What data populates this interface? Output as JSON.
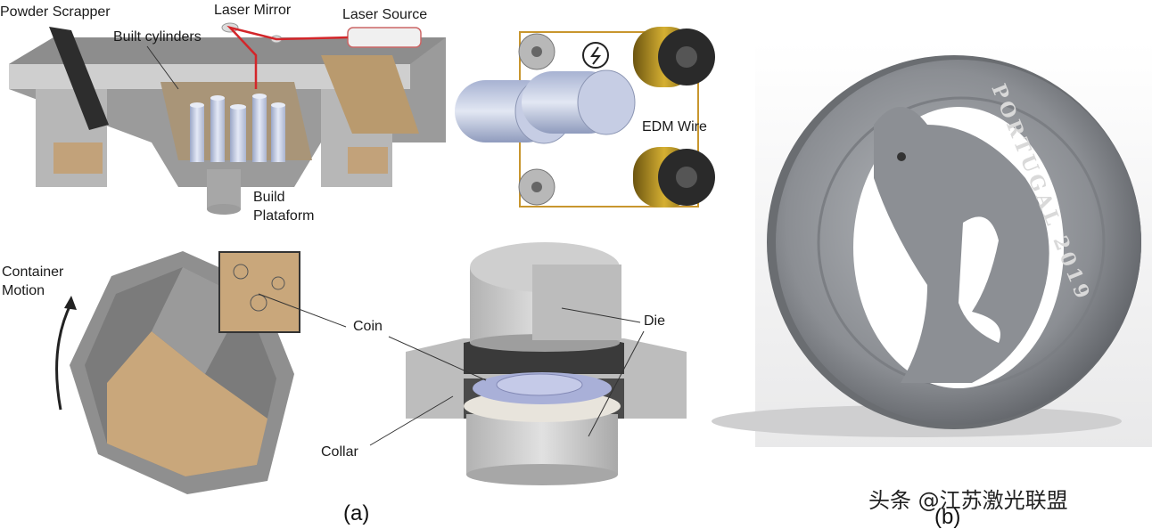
{
  "panel_a": {
    "caption": "(a)",
    "slm": {
      "powder_scrapper": "Powder Scrapper",
      "laser_mirror": "Laser Mirror",
      "laser_source": "Laser Source",
      "built_cylinders": "Built cylinders",
      "build_line1": "Build",
      "build_line2": "Plataform"
    },
    "edm": {
      "edm_wire": "EDM Wire",
      "power_icon": "lightning-bolt-icon"
    },
    "tumbler": {
      "container_line1": "Container",
      "container_line2": "Motion"
    },
    "press": {
      "coin": "Coin",
      "die": "Die",
      "collar": "Collar"
    }
  },
  "panel_b": {
    "caption": "(b)",
    "coin_inscription": "PORTUGAL 2019"
  },
  "watermark": "头条 @江苏激光联盟",
  "colors": {
    "laser": "#d3262a",
    "wire": "#c8962e",
    "sand": "#c9a77b",
    "metal": "#b9bcc0",
    "cylinder": "#c8d0e6"
  }
}
